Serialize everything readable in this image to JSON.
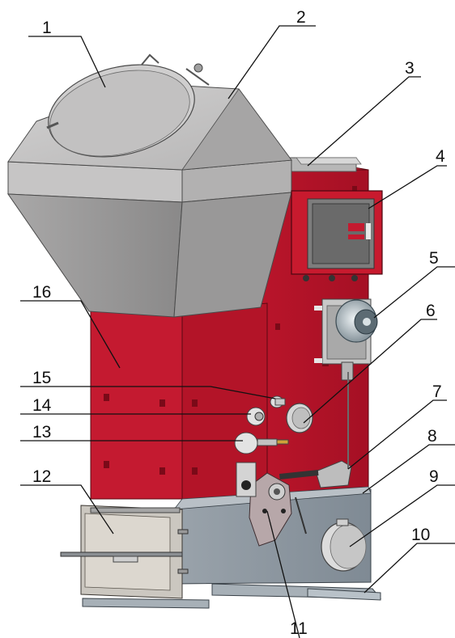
{
  "callouts": [
    {
      "id": "1",
      "text": "1"
    },
    {
      "id": "2",
      "text": "2"
    },
    {
      "id": "3",
      "text": "3"
    },
    {
      "id": "4",
      "text": "4"
    },
    {
      "id": "5",
      "text": "5"
    },
    {
      "id": "6",
      "text": "6"
    },
    {
      "id": "7",
      "text": "7"
    },
    {
      "id": "8",
      "text": "8"
    },
    {
      "id": "9",
      "text": "9"
    },
    {
      "id": "10",
      "text": "10"
    },
    {
      "id": "11",
      "text": "11"
    },
    {
      "id": "12",
      "text": "12"
    },
    {
      "id": "13",
      "text": "13"
    },
    {
      "id": "14",
      "text": "14"
    },
    {
      "id": "15",
      "text": "15"
    },
    {
      "id": "16",
      "text": "16"
    }
  ],
  "colors": {
    "hopper_gray": "#bdbcbc",
    "hopper_dark": "#8e8e8e",
    "body_red": "#c2132a",
    "body_red_dark": "#8f0d1e",
    "base_gray": "#8f9aa4",
    "panel_light": "#d8d4cc"
  }
}
